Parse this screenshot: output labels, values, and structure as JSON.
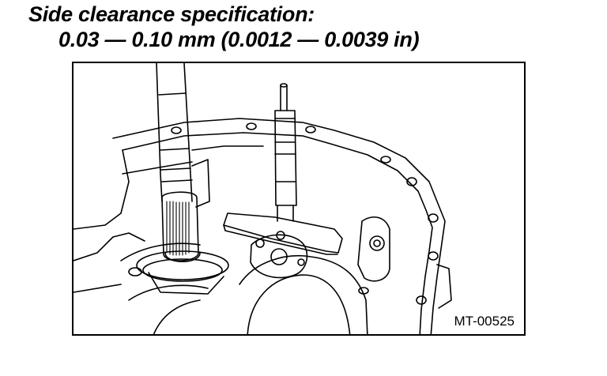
{
  "spec": {
    "title": "Side clearance specification:",
    "value": "0.03 — 0.10 mm (0.0012 — 0.0039 in)"
  },
  "figure": {
    "id": "MT-00525"
  }
}
